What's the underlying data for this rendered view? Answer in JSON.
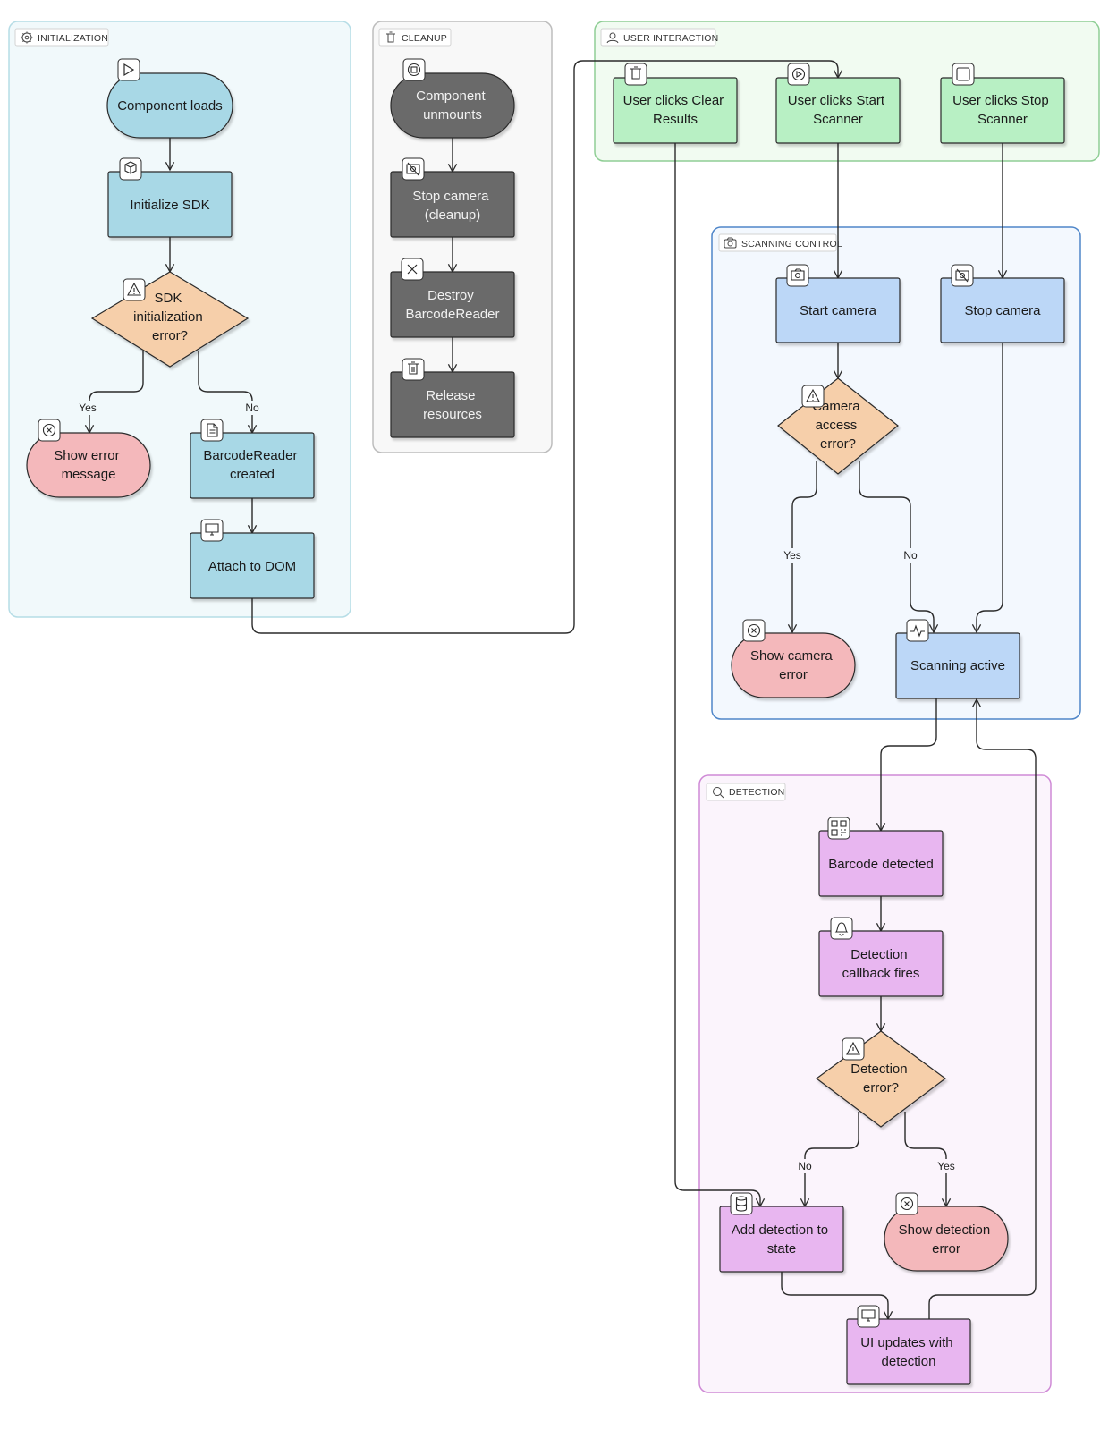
{
  "groups": {
    "initialization": "INITIALIZATION",
    "cleanup": "CLEANUP",
    "user_interaction": "USER INTERACTION",
    "scanning_control": "SCANNING CONTROL",
    "detection": "DETECTION"
  },
  "nodes": {
    "component_loads": "Component loads",
    "initialize_sdk": "Initialize SDK",
    "sdk_error": [
      "SDK",
      "initialization",
      "error?"
    ],
    "show_error_message": [
      "Show error",
      "message"
    ],
    "barcode_reader_created": [
      "BarcodeReader",
      "created"
    ],
    "attach_to_dom": "Attach to DOM",
    "component_unmounts": [
      "Component",
      "unmounts"
    ],
    "stop_camera_cleanup": [
      "Stop camera",
      "(cleanup)"
    ],
    "destroy_barcode_reader": [
      "Destroy",
      "BarcodeReader"
    ],
    "release_resources": [
      "Release",
      "resources"
    ],
    "user_clicks_clear": [
      "User clicks Clear",
      "Results"
    ],
    "user_clicks_start": [
      "User clicks Start",
      "Scanner"
    ],
    "user_clicks_stop": [
      "User clicks Stop",
      "Scanner"
    ],
    "start_camera": "Start camera",
    "stop_camera": "Stop camera",
    "camera_access_error": [
      "Camera",
      "access",
      "error?"
    ],
    "show_camera_error": [
      "Show camera",
      "error"
    ],
    "scanning_active": "Scanning active",
    "barcode_detected": "Barcode detected",
    "detection_callback": [
      "Detection",
      "callback fires"
    ],
    "detection_error": [
      "Detection",
      "error?"
    ],
    "add_detection": [
      "Add detection to",
      "state"
    ],
    "show_detection_error": [
      "Show detection",
      "error"
    ],
    "ui_updates": [
      "UI updates with",
      "detection"
    ]
  },
  "edge_labels": {
    "sdk_yes": "Yes",
    "sdk_no": "No",
    "camera_yes": "Yes",
    "camera_no": "No",
    "detection_no": "No",
    "detection_yes": "Yes"
  },
  "icons": {
    "component_loads": "play-icon",
    "initialize_sdk": "package-icon",
    "sdk_error": "warning-icon",
    "show_error_message": "x-circle-icon",
    "barcode_reader_created": "file-text-icon",
    "attach_to_dom": "monitor-icon",
    "component_unmounts": "stop-circle-icon",
    "stop_camera_cleanup": "camera-off-icon",
    "destroy_barcode_reader": "close-icon",
    "release_resources": "trash-icon",
    "user_clicks_clear": "trash-icon",
    "user_clicks_start": "play-circle-icon",
    "user_clicks_stop": "square-icon",
    "start_camera": "camera-icon",
    "stop_camera": "camera-off-icon",
    "camera_access_error": "warning-icon",
    "show_camera_error": "x-circle-icon",
    "scanning_active": "activity-icon",
    "barcode_detected": "qr-code-icon",
    "detection_callback": "bell-icon",
    "detection_error": "warning-icon",
    "add_detection": "database-icon",
    "show_detection_error": "x-circle-icon",
    "ui_updates": "monitor-icon"
  },
  "colors": {
    "init_node": "#a8d8e6",
    "init_error": "#f4b8bb",
    "decision": "#f6cfaa",
    "cleanup_node": "#6b6b6b",
    "user_node": "#b8f0c4",
    "scan_node": "#bcd7f7",
    "detect_node": "#e8b6f0",
    "init_group_fill": "#f1f9fb",
    "init_group_stroke": "#b6dde6",
    "cleanup_group_fill": "#f8f8f8",
    "cleanup_group_stroke": "#bdbdbd",
    "user_group_fill": "#f1fbf1",
    "user_group_stroke": "#8fce95",
    "scan_group_fill": "#f3f8fe",
    "scan_group_stroke": "#4f86c9",
    "detect_group_fill": "#fbf4fc",
    "detect_group_stroke": "#cf8ad6"
  }
}
